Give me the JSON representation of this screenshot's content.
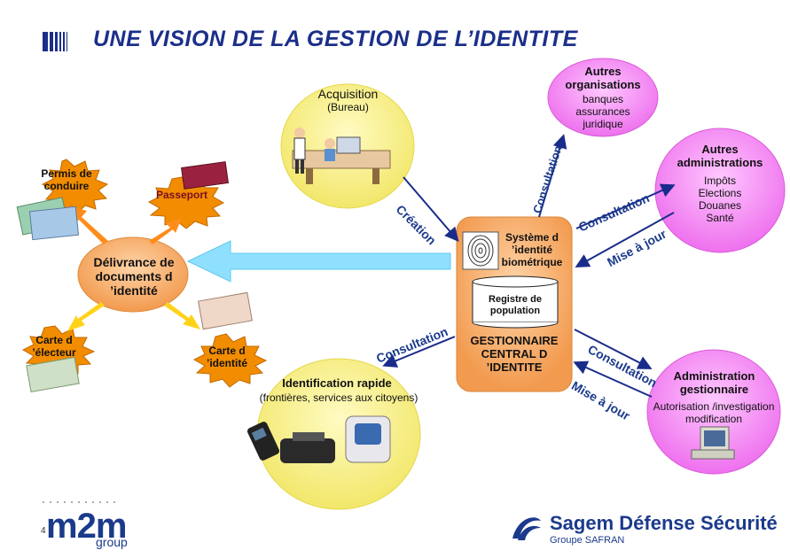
{
  "header": {
    "title": "UNE VISION DE LA GESTION DE L’IDENTITE"
  },
  "acquisition": {
    "title": "Acquisition",
    "subtitle": "(Bureau)"
  },
  "autres_organisations": {
    "title": "Autres organisations",
    "items": [
      "banques",
      "assurances",
      "juridique"
    ]
  },
  "autres_administrations": {
    "title": "Autres administrations",
    "items": [
      "Impôts",
      "Elections",
      "Douanes",
      "Santé"
    ]
  },
  "documents": {
    "permis": "Permis de conduire",
    "passeport": "Passeport",
    "carte_electeur": "Carte d ’électeur",
    "carte_identite": "Carte d ’identité"
  },
  "delivrance": "Délivrance de documents d ’identité",
  "systeme": {
    "label": "Système d ’identité biométrique",
    "registre": "Registre de population",
    "central": "GESTIONNAIRE CENTRAL D ’IDENTITE"
  },
  "identification": {
    "title": "Identification rapide",
    "subtitle": "(frontières, services aux citoyens)"
  },
  "administration": {
    "title": "Administration gestionnaire",
    "subtitle": "Autorisation /investigation modification"
  },
  "arrow_labels": {
    "creation": "Création",
    "consultation": "Consultation",
    "mise_a_jour": "Mise à jour"
  },
  "footer": {
    "page_number": "4",
    "logo_left": "m2m",
    "logo_left_sub": "group",
    "logo_right": "Sagem Défense Sécurité",
    "logo_right_sub": "Groupe SAFRAN"
  },
  "colors": {
    "title_blue": "#1b2f8a",
    "circle_yellow": "#f7f07a",
    "orange_bubble": "#f2a25a",
    "pink_bubble": "#f07ef0",
    "arrow_blue": "#1a2c8a",
    "arrow_cyan": "#7fdcff",
    "arrow_orange": "#ff8c1a",
    "arrow_yellow": "#ffd21a"
  }
}
